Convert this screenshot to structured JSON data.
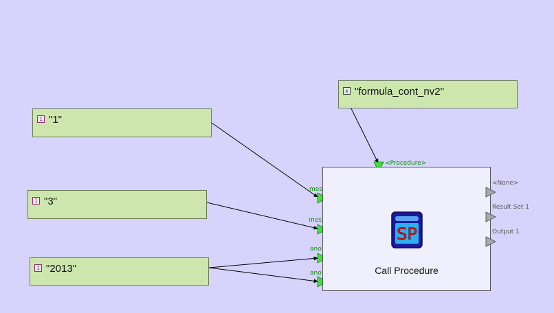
{
  "nodes": {
    "const_1": {
      "label": "\"1\""
    },
    "const_3": {
      "label": "\"3\""
    },
    "const_2013": {
      "label": "\"2013\""
    },
    "formula": {
      "label": "\"formula_cont_nv2\""
    }
  },
  "procedure": {
    "title": "Call Procedure",
    "icon_text": "SP",
    "input_ports": {
      "procedure": "<Procedure>",
      "mes1": "mes",
      "mes2": "mes",
      "ano1": "ano",
      "ano2": "ano"
    },
    "output_ports": {
      "none": "<None>",
      "result_set": "Result Set 1",
      "output": "Output 1"
    }
  },
  "colors": {
    "background": "#d6d4fc",
    "node_fill": "#cde6ad",
    "port_green": "#3fe03f",
    "port_gray": "#a9a9a9"
  }
}
